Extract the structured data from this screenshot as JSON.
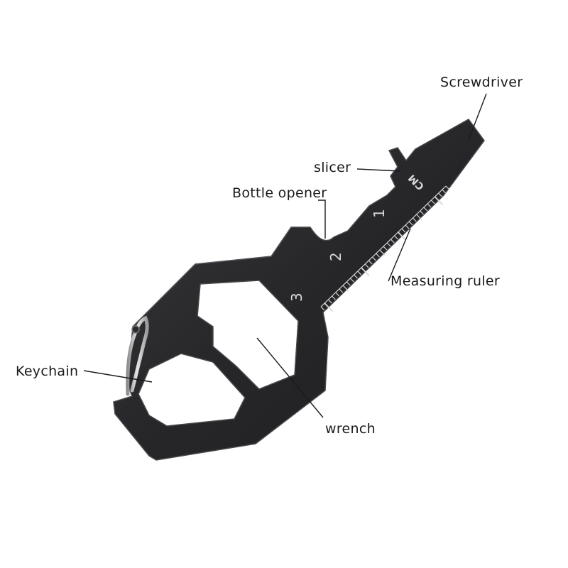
{
  "labels": {
    "screwdriver": "Screwdriver",
    "slicer": "slicer",
    "bottle_opener": "Bottle opener",
    "measuring_ruler": "Measuring ruler",
    "keychain": "Keychain",
    "wrench": "wrench"
  },
  "ruler": {
    "unit": "CM",
    "marks": [
      "1",
      "2",
      "3"
    ]
  },
  "colors": {
    "tool_body": "#2b2b2d",
    "tool_edge": "#4a4a4e",
    "ruler_marks": "#d8d8d8",
    "background": "#ffffff"
  }
}
